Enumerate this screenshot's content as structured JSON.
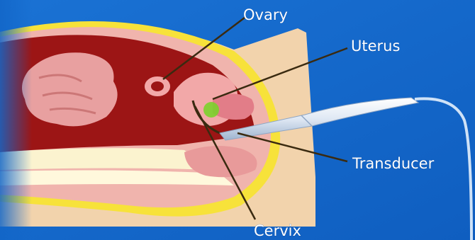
{
  "labels": {
    "ovary": "Ovary",
    "uterus": "Uterus",
    "transducer": "Transducer",
    "cervix": "Cervix"
  },
  "colors": {
    "background": "#1266c8",
    "skin": "#f2d3ac",
    "fat_layer": "#f7e23a",
    "wall_pink": "#f0b4ad",
    "cavity": "#9c1515",
    "intestine": "#e8a0a0",
    "organ_pink": "#f2a8a8",
    "leader_line": "#3a2a10",
    "transducer_body": "#dde5f0",
    "cable": "#cfe2f7",
    "ultrasound_spot": "#7bd12b"
  },
  "icons": {
    "illustration": "transvaginal-ultrasound-anatomy-diagram"
  }
}
